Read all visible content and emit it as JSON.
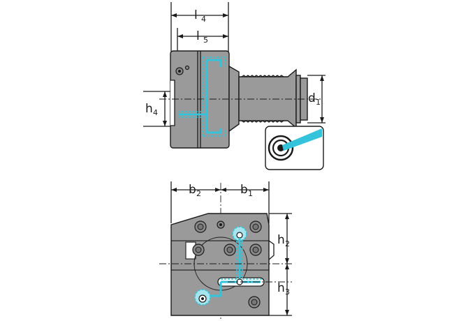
{
  "labels": {
    "l4": {
      "main": "l",
      "sub": "4"
    },
    "l5": {
      "main": "l",
      "sub": "5"
    },
    "h4": {
      "main": "h",
      "sub": "4"
    },
    "d1": {
      "main": "d",
      "sub": "1"
    },
    "b2": {
      "main": "b",
      "sub": "2"
    },
    "b1": {
      "main": "b",
      "sub": "1"
    },
    "h2": {
      "main": "h",
      "sub": "2"
    },
    "h3": {
      "main": "h",
      "sub": "3"
    }
  },
  "colors": {
    "body": "#9a9a9a",
    "coolant": "#33c4dc",
    "line": "#1a1a1a"
  },
  "icons": {
    "coolant_badge": "internal-coolant-icon"
  }
}
